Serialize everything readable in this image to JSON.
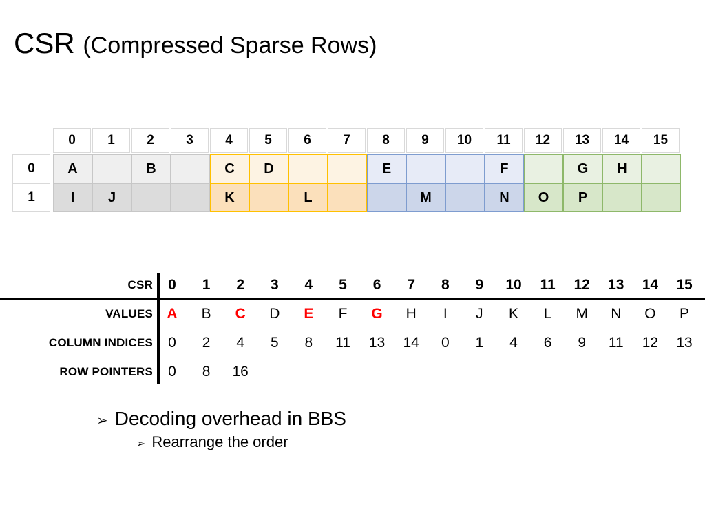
{
  "title": {
    "main": "CSR",
    "sub": "(Compressed Sparse Rows)"
  },
  "matrix": {
    "column_headers": [
      "0",
      "1",
      "2",
      "3",
      "4",
      "5",
      "6",
      "7",
      "8",
      "9",
      "10",
      "11",
      "12",
      "13",
      "14",
      "15"
    ],
    "row_headers": [
      "0",
      "1"
    ],
    "groups": [
      {
        "name": "gray",
        "columns": [
          0,
          1,
          2,
          3
        ],
        "border": "#c7c7c7",
        "row0_fill": "#efefef",
        "row1_fill": "#dcdcdc"
      },
      {
        "name": "orange",
        "columns": [
          4,
          5,
          6,
          7
        ],
        "border": "#ffc000",
        "row0_fill": "#fdf3e3",
        "row1_fill": "#fbe0bb"
      },
      {
        "name": "blue",
        "columns": [
          8,
          9,
          10,
          11
        ],
        "border": "#7e9ccf",
        "row0_fill": "#e7ebf7",
        "row1_fill": "#ccd6ea"
      },
      {
        "name": "green",
        "columns": [
          12,
          13,
          14,
          15
        ],
        "border": "#8eb86a",
        "row0_fill": "#e9f1e2",
        "row1_fill": "#d7e7c9"
      }
    ],
    "cells": [
      [
        "A",
        "",
        "B",
        "",
        "C",
        "D",
        "",
        "",
        "E",
        "",
        "",
        "F",
        "",
        "G",
        "H",
        ""
      ],
      [
        "I",
        "J",
        "",
        "",
        "K",
        "",
        "L",
        "",
        "",
        "M",
        "",
        "N",
        "O",
        "P",
        "",
        ""
      ]
    ]
  },
  "csr": {
    "corner_label": "CSR",
    "row_labels": [
      "VALUES",
      "COLUMN INDICES",
      "ROW POINTERS"
    ],
    "indices": [
      "0",
      "1",
      "2",
      "3",
      "4",
      "5",
      "6",
      "7",
      "8",
      "9",
      "10",
      "11",
      "12",
      "13",
      "14",
      "15"
    ],
    "values": [
      "A",
      "B",
      "C",
      "D",
      "E",
      "F",
      "G",
      "H",
      "I",
      "J",
      "K",
      "L",
      "M",
      "N",
      "O",
      "P"
    ],
    "values_highlighted": [
      "A",
      "C",
      "E",
      "G"
    ],
    "highlight_color": "#ff0000",
    "column_indices": [
      "0",
      "2",
      "4",
      "5",
      "8",
      "11",
      "13",
      "14",
      "0",
      "1",
      "4",
      "6",
      "9",
      "11",
      "12",
      "13"
    ],
    "row_pointers": [
      "0",
      "8",
      "16"
    ]
  },
  "bullets": [
    {
      "marker": "➢",
      "text": "Decoding overhead in BBS",
      "level": 1
    },
    {
      "marker": "➢",
      "text": "Rearrange the order",
      "level": 2
    }
  ]
}
